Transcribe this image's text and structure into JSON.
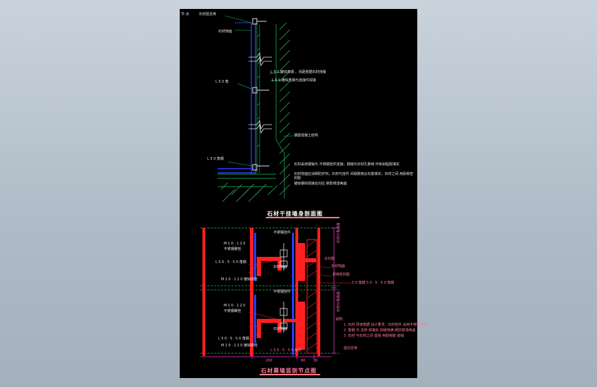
{
  "colors": {
    "background": "#aebac6",
    "sheet": "#000000",
    "steel_red": "#ff1f1f",
    "blue": "#2a3cff",
    "green": "#22c55e",
    "magenta": "#ff33cc",
    "text": "#e6e6e6",
    "title_underline": "#ff8080"
  },
  "top_detail": {
    "tag_left": "节 点",
    "tag_box": "",
    "tag_right": "石材竖龙骨",
    "label_top": "石材饰面",
    "label_mid_left": "L 5 0 角",
    "label_bot_left": "L 5 0 角钢",
    "label_right_1": "L 5 0 镀锌角钢 ，间距根据石材排版",
    "label_right_2": "L 5 0 镀锌角钢与连接件焊接",
    "label_right_3": "钢筋混凝土结构",
    "note_1": "石材采用钢销与 不锈钢挂件连接，钢销与石材孔隙用 环氧树脂胶填实",
    "note_2": "石材背面应涂刷防护剂，石材与挂件 间缝隙用云石胶填实，石材之间 用耐候密封胶",
    "note_3": "镀锌钢材焊接处均应 刷防锈漆两遍",
    "title": "石材干挂墙身剖面图"
  },
  "bottom_detail": {
    "label_fixing_1": "不锈钢挂件",
    "label_stone_1": "石材饰面",
    "label_a1": "L 5 0 · 5 · 5 0 角钢",
    "label_a2": "L 5 0 · 5 · 5 0 角钢",
    "label_b1": "M 1 0 · 1 2 0 镀锌螺栓",
    "label_b2": "M 1 0 · 1 2 0 镀锌螺栓",
    "label_c1": "M 1 0 · 1 2 0",
    "label_c2": "M 1 0 · 1 2 0",
    "label_d1": "不锈钢螺栓",
    "label_d2": "不锈钢螺栓",
    "label_fixing_2": "不锈钢挂件",
    "label_stone_2": "石材饰面",
    "label_right_1": "石材饰面",
    "label_right_2": "耐候密封胶",
    "label_right_3": "云石胶",
    "label_right_4": "5 0 角钢 5 0 · 5 · 5 0 角钢",
    "label_bottom_1": "L 5 0 · 5 · 5 0 角钢",
    "label_bottom_2": "M 1 0 · 1 2 0 镀锌螺栓",
    "note_heading": "说明：",
    "note_1": "1. 石材 厚度根据 设计要求，石材挂件 采用不锈钢材质",
    "note_2": "2. 角钢 与 龙骨 焊接处 焊缝饱满 刷防锈漆两遍",
    "note_3": "3. 石材 与石材之间 留缝 用耐候胶 嵌缝",
    "dim_right_1": "石材分格高度",
    "dim_right_2": "石材分格高度",
    "dim_bottom_1": "200",
    "dim_bottom_2": "60",
    "dim_bottom_3": "30",
    "bottom_right_tag": "竖向龙骨",
    "title": "石材幕墙竖剖节点图"
  }
}
